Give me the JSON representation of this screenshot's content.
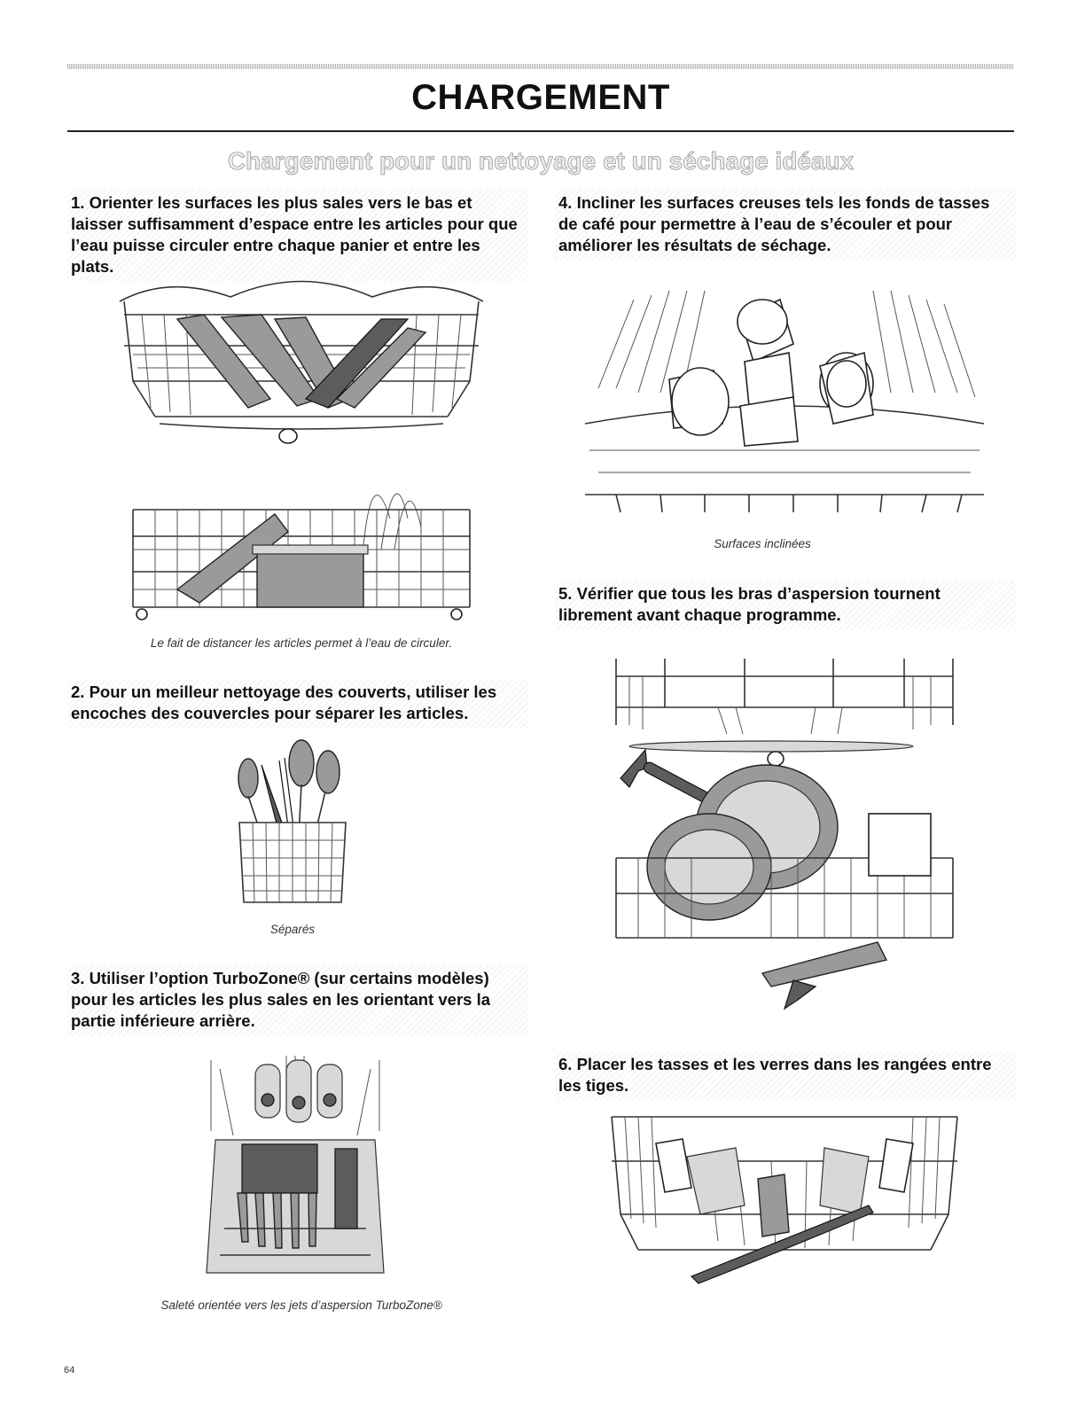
{
  "header": {
    "title": "CHARGEMENT",
    "subtitle": "Chargement pour un nettoyage et un séchage idéaux"
  },
  "steps": [
    {
      "text": "1. Orienter les surfaces les plus sales vers le bas et laisser suffisamment d’espace entre les articles pour que l’eau puisse circuler entre chaque panier et entre les plats."
    },
    {
      "text": "2. Pour un meilleur nettoyage des couverts, utiliser les encoches des couvercles pour séparer les articles."
    },
    {
      "text": "3. Utiliser l’option TurboZone® (sur certains modèles) pour les articles les plus sales en les orientant vers la partie inférieure arrière."
    },
    {
      "text": "4. Incliner les surfaces creuses tels les fonds de tasses de café pour permettre à l’eau de s’écouler et pour améliorer les résultats de séchage."
    },
    {
      "text": "5. Vérifier que tous les bras d’aspersion tournent librement avant chaque programme."
    },
    {
      "text": "6. Placer les tasses et les verres dans les rangées entre les tiges."
    }
  ],
  "captions": {
    "distance": "Le fait de distancer les articles permet à l’eau de circuler.",
    "separes": "Séparés",
    "turbozone": "Saleté orientée vers les jets d’aspersion TurboZone®",
    "inclinees": "Surfaces inclinées"
  },
  "footer": {
    "page_number": "64"
  }
}
